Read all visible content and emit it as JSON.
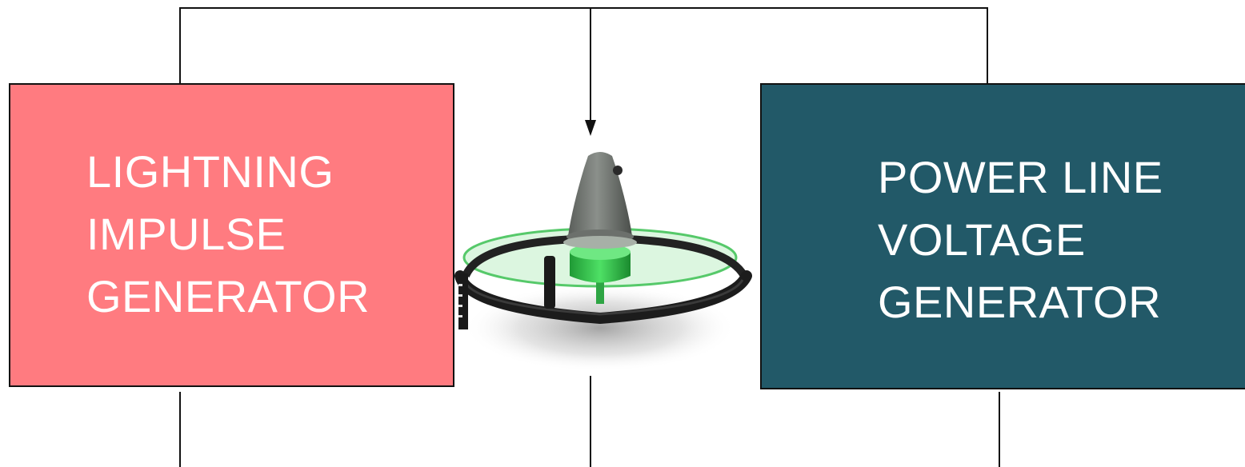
{
  "lightning_block": {
    "lines": [
      "LIGHTNING",
      "IMPULSE",
      "GENERATOR"
    ],
    "fill": "#ff7b80"
  },
  "power_block": {
    "lines": [
      "POWER LINE",
      "VOLTAGE",
      "GENERATOR"
    ],
    "fill": "#225968"
  },
  "insulator": {
    "icon": "insulator-icon",
    "cap_color": "#7a7e7a",
    "glass_color": "#2fc24a",
    "ring_color": "#1c1c1c"
  },
  "wire_color": "#111111"
}
